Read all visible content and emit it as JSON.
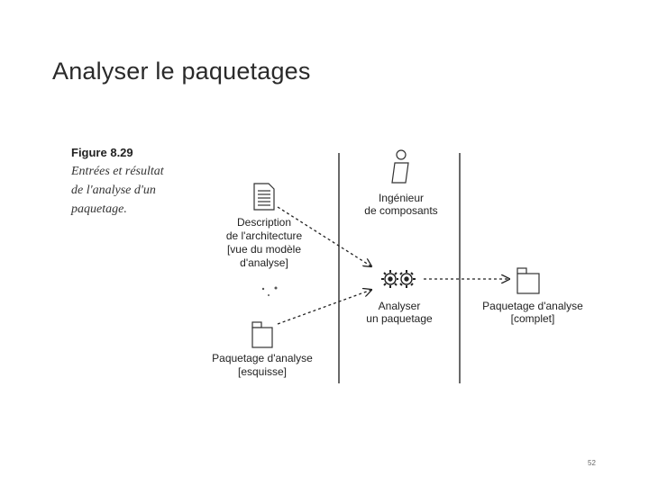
{
  "slide": {
    "title": "Analyser le paquetages",
    "page_number": "52"
  },
  "figure": {
    "number": "Figure 8.29",
    "caption_lines": [
      "Entrées et résultat",
      "de l'analyse d'un",
      "paquetage."
    ],
    "worker": {
      "label_lines": [
        "Ingénieur",
        "de composants"
      ],
      "icon": "actor-icon"
    },
    "input_document": {
      "label_lines": [
        "Description",
        "de l'architecture",
        "[vue du modèle",
        "d'analyse]"
      ],
      "icon": "document-icon"
    },
    "input_package": {
      "label_lines": [
        "Paquetage d'analyse",
        "[esquisse]"
      ],
      "icon": "package-icon"
    },
    "activity": {
      "label_lines": [
        "Analyser",
        "un paquetage"
      ],
      "icon": "gears-icon"
    },
    "output_package": {
      "label_lines": [
        "Paquetage d'analyse",
        "[complet]"
      ],
      "icon": "package-icon"
    }
  }
}
